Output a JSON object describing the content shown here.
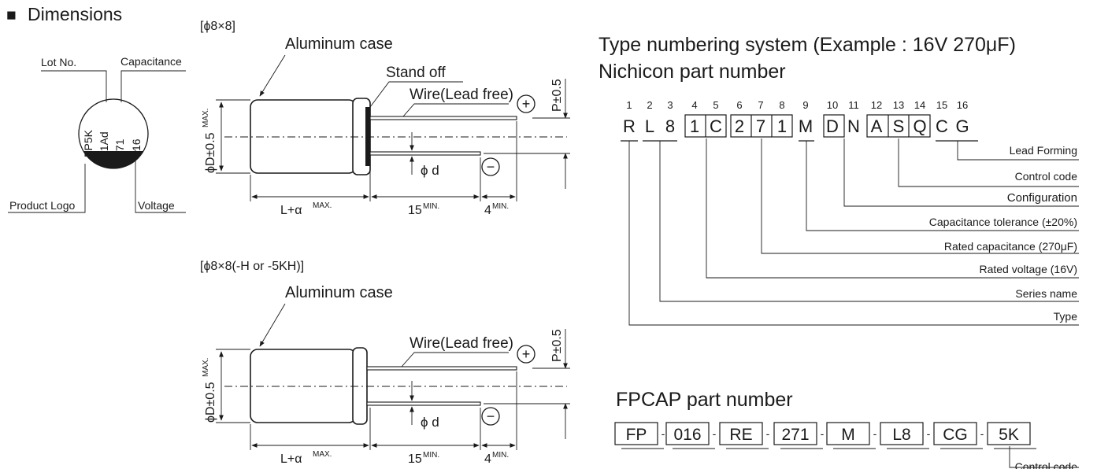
{
  "section": {
    "bullet": "■",
    "title": "Dimensions"
  },
  "marking": {
    "lot_label": "Lot No.",
    "capacitance_label": "Capacitance",
    "product_logo_label": "Product Logo",
    "voltage_label": "Voltage",
    "lines": [
      "FP5K",
      "61Ad",
      "271",
      "16"
    ]
  },
  "drawing1": {
    "caption": "[ϕ8×8]",
    "aluminum_case": "Aluminum case",
    "stand_off": "Stand off",
    "wire": "Wire(Lead free)",
    "plus": "+",
    "minus": "−",
    "pitch": "P±0.5",
    "diameter": "ϕD±0.5",
    "diameter_sup": "MAX.",
    "lead_dia": "ϕ d",
    "length": "L+α",
    "length_sup": "MAX.",
    "lead_len": "15",
    "lead_len_sup": "MIN.",
    "lead_diff": "4",
    "lead_diff_sup": "MIN."
  },
  "drawing2": {
    "caption": "[ϕ8×8(-H or -5KH)]",
    "aluminum_case": "Aluminum case",
    "wire": "Wire(Lead free)",
    "plus": "+",
    "minus": "−",
    "pitch": "P±0.5",
    "diameter": "ϕD±0.5",
    "diameter_sup": "MAX.",
    "lead_dia": "ϕ d",
    "length": "L+α",
    "length_sup": "MAX.",
    "lead_len": "15",
    "lead_len_sup": "MIN.",
    "lead_diff": "4",
    "lead_diff_sup": "MIN."
  },
  "type_numbering": {
    "title": "Type numbering system  (Example : 16V 270μF)",
    "subtitle": "Nichicon part number",
    "positions": [
      "1",
      "2",
      "3",
      "4",
      "5",
      "6",
      "7",
      "8",
      "9",
      "10",
      "11",
      "12",
      "13",
      "14",
      "15",
      "16"
    ],
    "chars": [
      "R",
      "L",
      "8",
      "1",
      "C",
      "2",
      "7",
      "1",
      "M",
      "D",
      "N",
      "A",
      "S",
      "Q",
      "C",
      "G"
    ],
    "labels": {
      "lead_forming": "Lead Forming",
      "control_code": "Control code",
      "configuration": "Configuration",
      "cap_tolerance": "Capacitance tolerance (±20%)",
      "rated_capacitance": "Rated capacitance (270μF)",
      "rated_voltage": "Rated voltage (16V)",
      "series_name": "Series name",
      "type": "Type"
    }
  },
  "fpcap": {
    "title": "FPCAP part number",
    "segments": [
      "FP",
      "016",
      "RE",
      "271",
      "M",
      "L8",
      "CG",
      "5K"
    ],
    "sep": "-",
    "control_code": "Control code"
  }
}
